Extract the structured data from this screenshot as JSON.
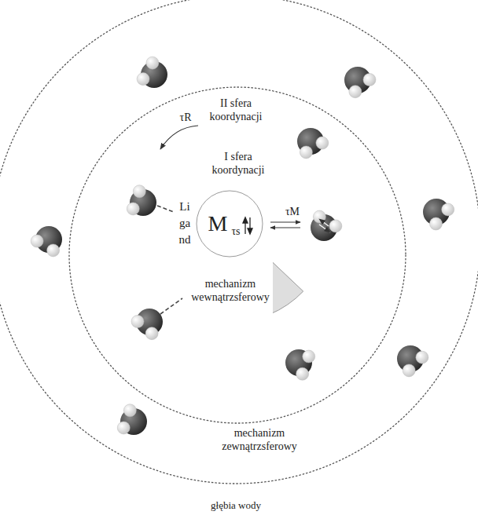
{
  "diagram": {
    "nodes": [
      {
        "text": [
          "mechanizm zewnątrzsferowy"
        ]
      },
      {
        "text": [
          "II sfera koordynacji"
        ],
        "in": 0
      },
      {
        "text": [
          "I sfera koordynacji",
          "Ligand",
          "mechanizm wewnątrzsferowy"
        ],
        "in": 1
      },
      {
        "text": [
          "M",
          "τs"
        ],
        "in": 2
      }
    ],
    "labels": [
      "τR",
      "τM",
      "głębia wody"
    ]
  }
}
